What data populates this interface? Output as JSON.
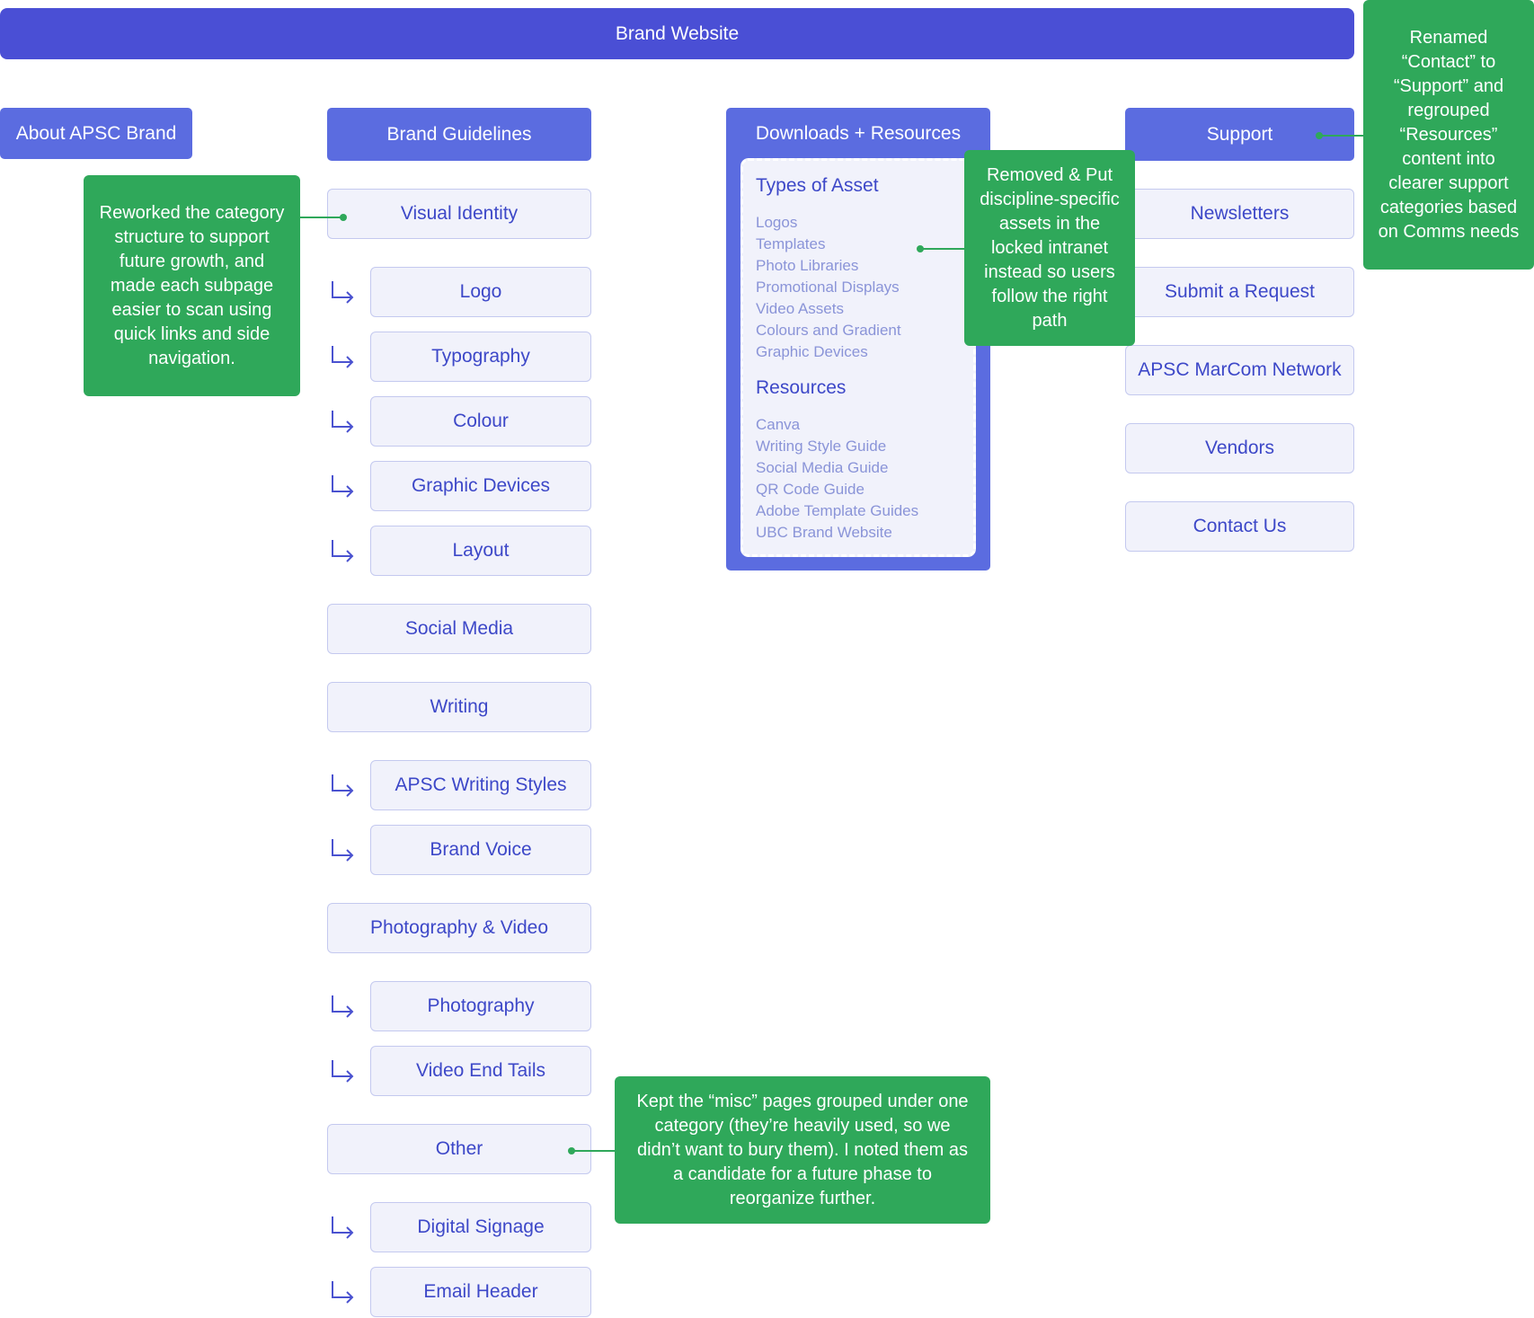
{
  "header": {
    "title": "Brand Website"
  },
  "categories": {
    "about": "About APSC Brand",
    "guidelines": "Brand Guidelines",
    "downloads": "Downloads + Resources",
    "support": "Support"
  },
  "guidelines": {
    "visual_identity": "Visual Identity",
    "logo": "Logo",
    "typography": "Typography",
    "colour": "Colour",
    "graphic_devices": "Graphic Devices",
    "layout": "Layout",
    "social_media": "Social Media",
    "writing": "Writing",
    "apsc_writing_styles": "APSC Writing Styles",
    "brand_voice": "Brand Voice",
    "photography_video": "Photography & Video",
    "photography": "Photography",
    "video_end_tails": "Video End Tails",
    "other": "Other",
    "digital_signage": "Digital Signage",
    "email_header": "Email Header"
  },
  "downloads": {
    "types_title": "Types of Asset",
    "types": [
      "Logos",
      "Templates",
      "Photo Libraries",
      "Promotional Displays",
      "Video Assets",
      "Colours and Gradient",
      "Graphic Devices"
    ],
    "resources_title": "Resources",
    "resources": [
      "Canva",
      "Writing Style Guide",
      "Social Media Guide",
      "QR Code Guide",
      "Adobe Template Guides",
      "UBC Brand Website"
    ]
  },
  "support": {
    "newsletters": "Newsletters",
    "submit_request": "Submit a Request",
    "marcom_network": "APSC MarCom Network",
    "vendors": "Vendors",
    "contact_us": "Contact Us"
  },
  "notes": {
    "guidelines_note": "Reworked the category structure to support future growth, and made each subpage easier to scan using quick links and side navigation.",
    "downloads_note": "Removed & Put discipline-specific assets in the locked intranet instead so users follow the right path",
    "support_note": "Renamed “Contact” to “Support” and regrouped “Resources” content into clearer support categories based on Comms needs",
    "other_note": "Kept the “misc” pages grouped under one category (they’re heavily used, so we didn’t want to bury them). I noted them as a candidate for a future phase to reorganize further."
  },
  "colors": {
    "header": "#4a4fd5",
    "category": "#5b6ce0",
    "page_bg": "#f1f2fb",
    "page_text": "#3d48c8",
    "note": "#2fa85a"
  }
}
